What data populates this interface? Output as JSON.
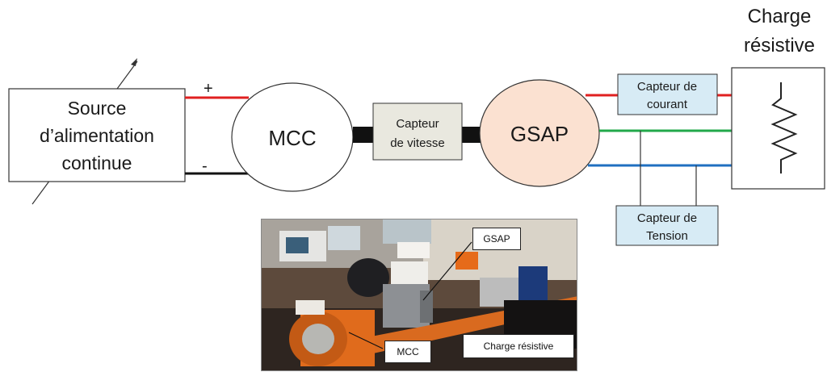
{
  "diagram": {
    "source_label": [
      "Source",
      "d’alimentation",
      "continue"
    ],
    "plus": "+",
    "minus": "-",
    "mcc": "MCC",
    "speed_sensor": [
      "Capteur",
      "de vitesse"
    ],
    "gsap": "GSAP",
    "current_sensor": [
      "Capteur de",
      "courant"
    ],
    "voltage_sensor": [
      "Capteur de",
      "Tension"
    ],
    "load_title": [
      "Charge",
      "résistive"
    ]
  },
  "photo": {
    "labels": {
      "gsap": "GSAP",
      "mcc": "MCC",
      "load": "Charge résistive"
    }
  },
  "colors": {
    "wire_red": "#e02020",
    "wire_black": "#111111",
    "wire_green": "#22a84a",
    "wire_blue": "#1f6fc0",
    "gsap_fill": "#fbe1d1",
    "speed_fill": "#e9e8df",
    "sensor_fill": "#d7ebf5"
  }
}
